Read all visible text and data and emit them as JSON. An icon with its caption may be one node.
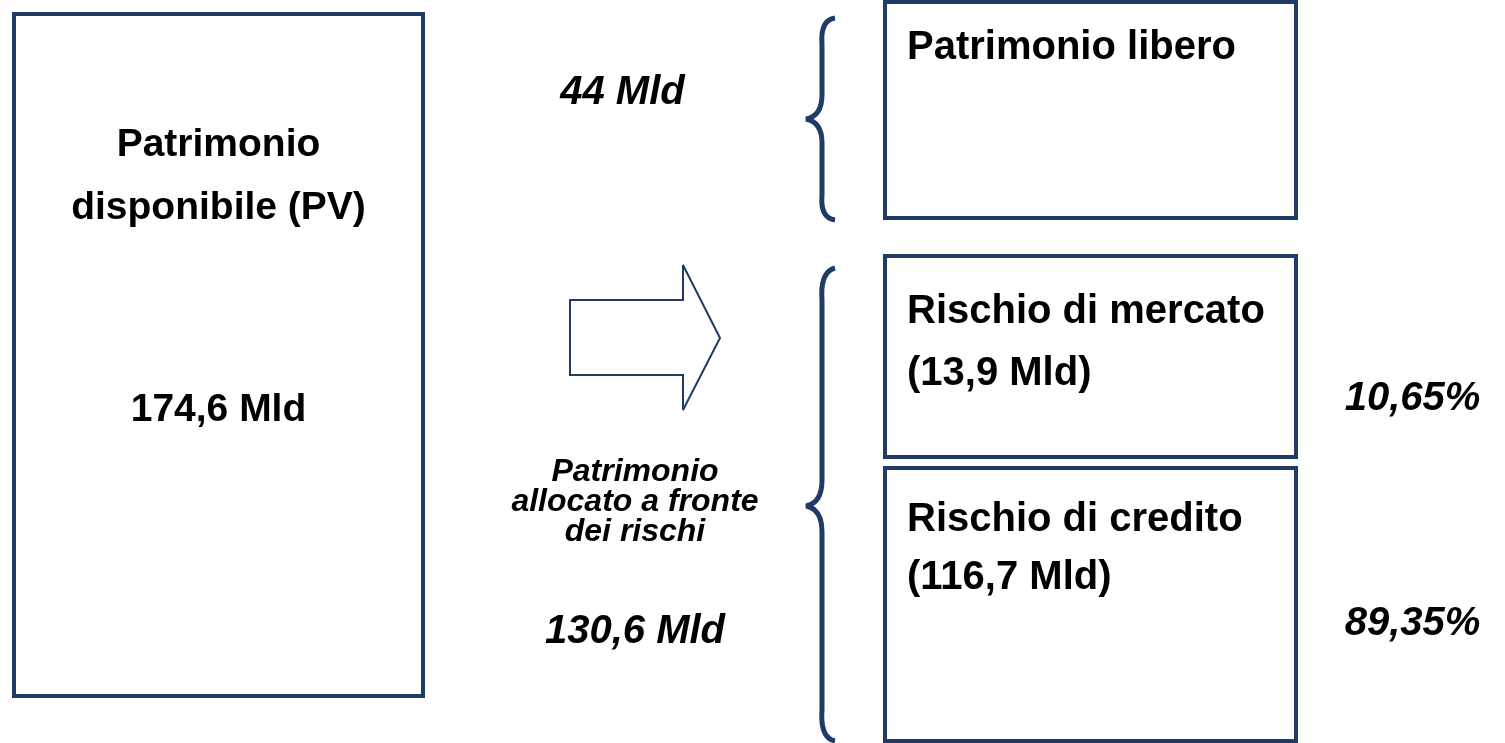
{
  "diagram": {
    "nodes": [
      {
        "text": [
          "Patrimonio disponibile (PV)",
          "174,6 Mld"
        ]
      },
      {
        "text": [
          "Patrimonio libero"
        ]
      },
      {
        "text": [
          "Rischio di mercato (13,9 Mld)"
        ]
      },
      {
        "text": [
          "Rischio di credito (116,7 Mld)"
        ]
      }
    ],
    "edges": [],
    "labels": [
      "44 Mld",
      "Patrimonio allocato a fronte dei rischi",
      "130,6 Mld",
      "10,65%",
      "89,35%"
    ]
  }
}
